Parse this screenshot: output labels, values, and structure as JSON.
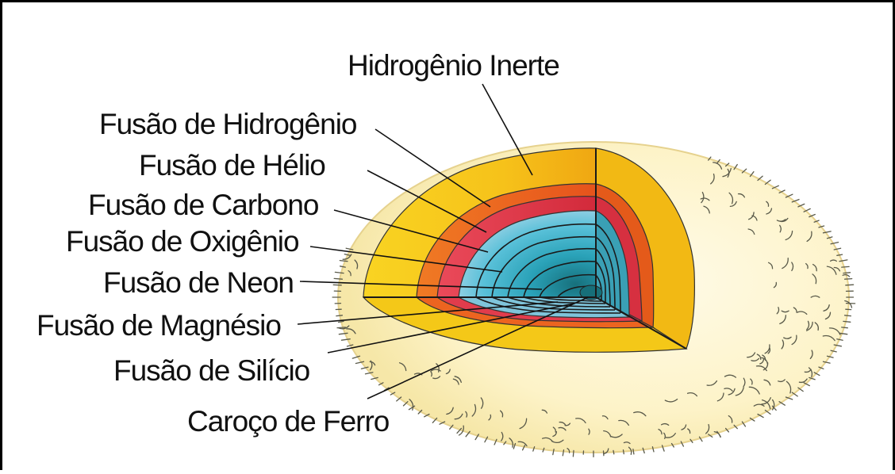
{
  "labels": {
    "inert_hydrogen": "Hidrogênio Inerte",
    "hydrogen_fusion": "Fusão de Hidrogênio",
    "helium_fusion": "Fusão de Hélio",
    "carbon_fusion": "Fusão de Carbono",
    "oxygen_fusion": "Fusão de Oxigênio",
    "neon_fusion": "Fusão de Neon",
    "magnesium_fusion": "Fusão de Magnésio",
    "silicon_fusion": "Fusão de Silício",
    "iron_core": "Caroço de Ferro"
  },
  "colors": {
    "envelope": "#fdf3c8",
    "envelope_edge": "#e9d89a",
    "inert_hydrogen": "#f7cf1c",
    "hydrogen_fusion": "#ef6a22",
    "helium_fusion": "#e33a4b",
    "carbon_fusion": "#a9d4e6",
    "core_outer": "#47b9d3",
    "core_inner": "#1f7f8c"
  }
}
